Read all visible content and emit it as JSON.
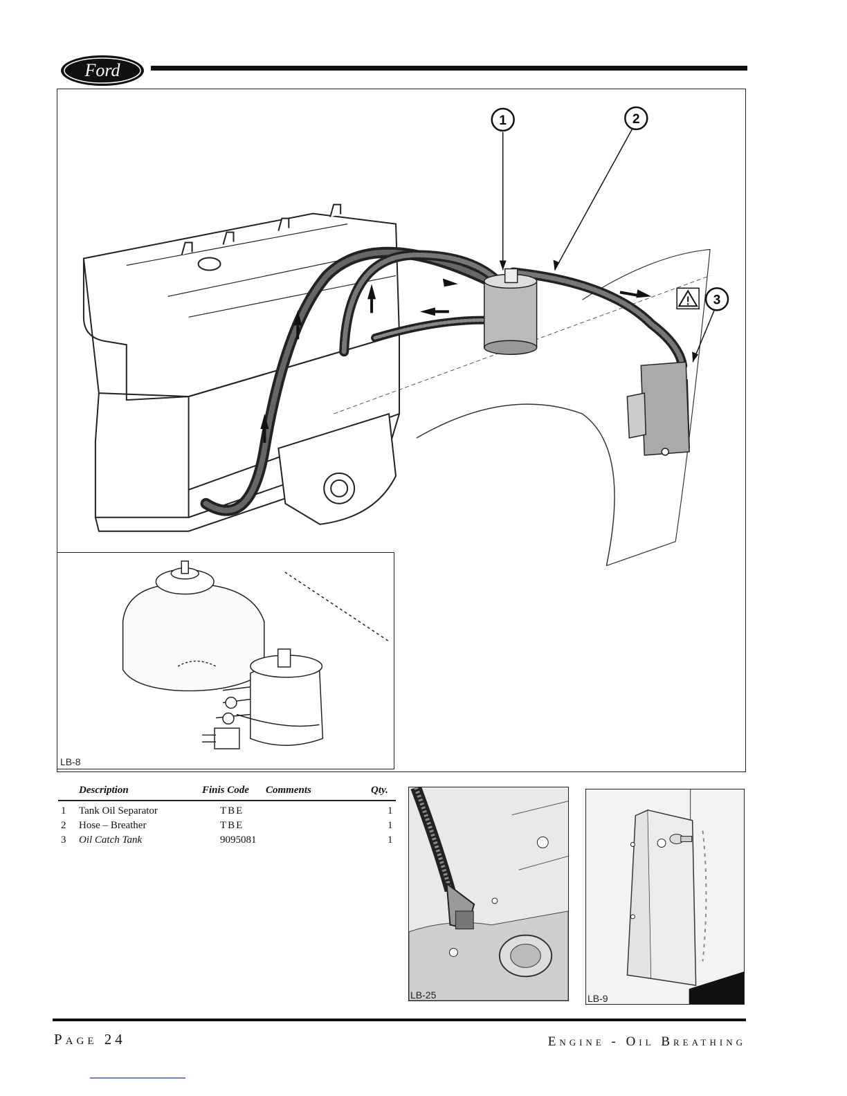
{
  "header": {
    "brand": "Ford"
  },
  "figure": {
    "callouts": [
      "1",
      "2",
      "3"
    ],
    "warning_icon": "warning-triangle-icon",
    "inset_label": "LB-8"
  },
  "parts_table": {
    "columns": {
      "description": "Description",
      "finis_code": "Finis Code",
      "comments": "Comments",
      "qty": "Qty."
    },
    "rows": [
      {
        "num": "1",
        "description": "Tank Oil Separator",
        "finis_code": "TBE",
        "comments": "",
        "qty": "1"
      },
      {
        "num": "2",
        "description": "Hose – Breather",
        "finis_code": "TBE",
        "comments": "",
        "qty": "1"
      },
      {
        "num": "3",
        "description": "Oil Catch Tank",
        "finis_code": "9095081",
        "comments": "",
        "qty": "1"
      }
    ]
  },
  "photos": [
    {
      "label": "LB-25"
    },
    {
      "label": "LB-9"
    }
  ],
  "footer": {
    "page": "Page 24",
    "section": "Engine - Oil Breathing"
  }
}
